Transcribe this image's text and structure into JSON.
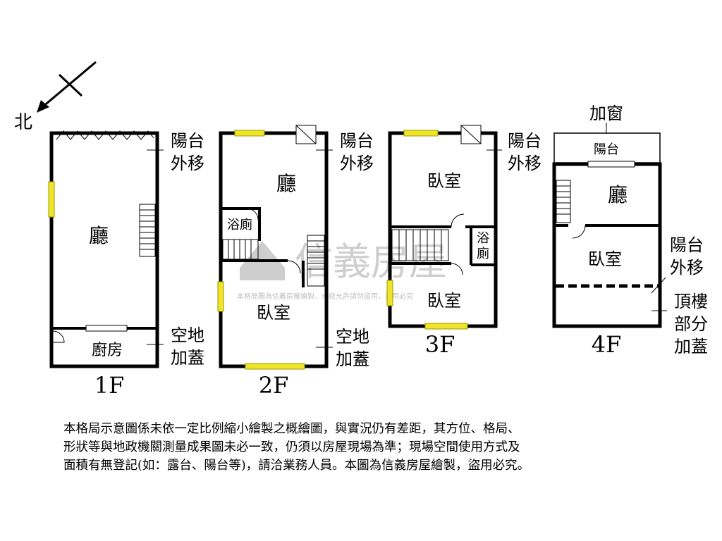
{
  "compass": {
    "north": "北"
  },
  "watermark": {
    "brand": "信義房屋",
    "note": "本格局圖為信義房屋繪製，未經允許請勿盜用，盜用必究"
  },
  "floors": [
    {
      "id": "1F",
      "label": "1F",
      "rooms": {
        "hall": "廳",
        "kitchen": "廚房"
      },
      "notes": {
        "balcony": [
          "陽台",
          "外移"
        ],
        "vacant_land": [
          "空地",
          "加蓋"
        ]
      }
    },
    {
      "id": "2F",
      "label": "2F",
      "rooms": {
        "hall": "廳",
        "bath": "浴廁",
        "bedroom": "臥室"
      },
      "notes": {
        "balcony": [
          "陽台",
          "外移"
        ],
        "vacant_land": [
          "空地",
          "加蓋"
        ]
      }
    },
    {
      "id": "3F",
      "label": "3F",
      "rooms": {
        "bedroom_top": "臥室",
        "bath": [
          "浴",
          "廁"
        ],
        "bedroom_bottom": "臥室"
      },
      "notes": {
        "balcony": [
          "陽台",
          "外移"
        ]
      }
    },
    {
      "id": "4F",
      "label": "4F",
      "rooms": {
        "balcony": "陽台",
        "hall": "廳",
        "bedroom": "臥室"
      },
      "notes": {
        "window": "加窗",
        "balcony": [
          "陽台",
          "外移"
        ],
        "roof": [
          "頂樓",
          "部分",
          "加蓋"
        ]
      }
    }
  ],
  "disclaimer": [
    "本格局示意圖係未依一定比例縮小繪製之概繪圖，與實況仍有差距，其方位、格局、",
    "形狀等與地政機關測量成果圖未必一致，仍須以房屋現場為準；現場空間使用方式及",
    "面積有無登記(如：露台、陽台等)，請洽業務人員。本圖為信義房屋繪製，盜用必究。"
  ],
  "colors": {
    "window_fill": "#f0e428",
    "window_edge": "#9a9a00",
    "wall": "#000000",
    "watermark": "#c6c6c6"
  }
}
